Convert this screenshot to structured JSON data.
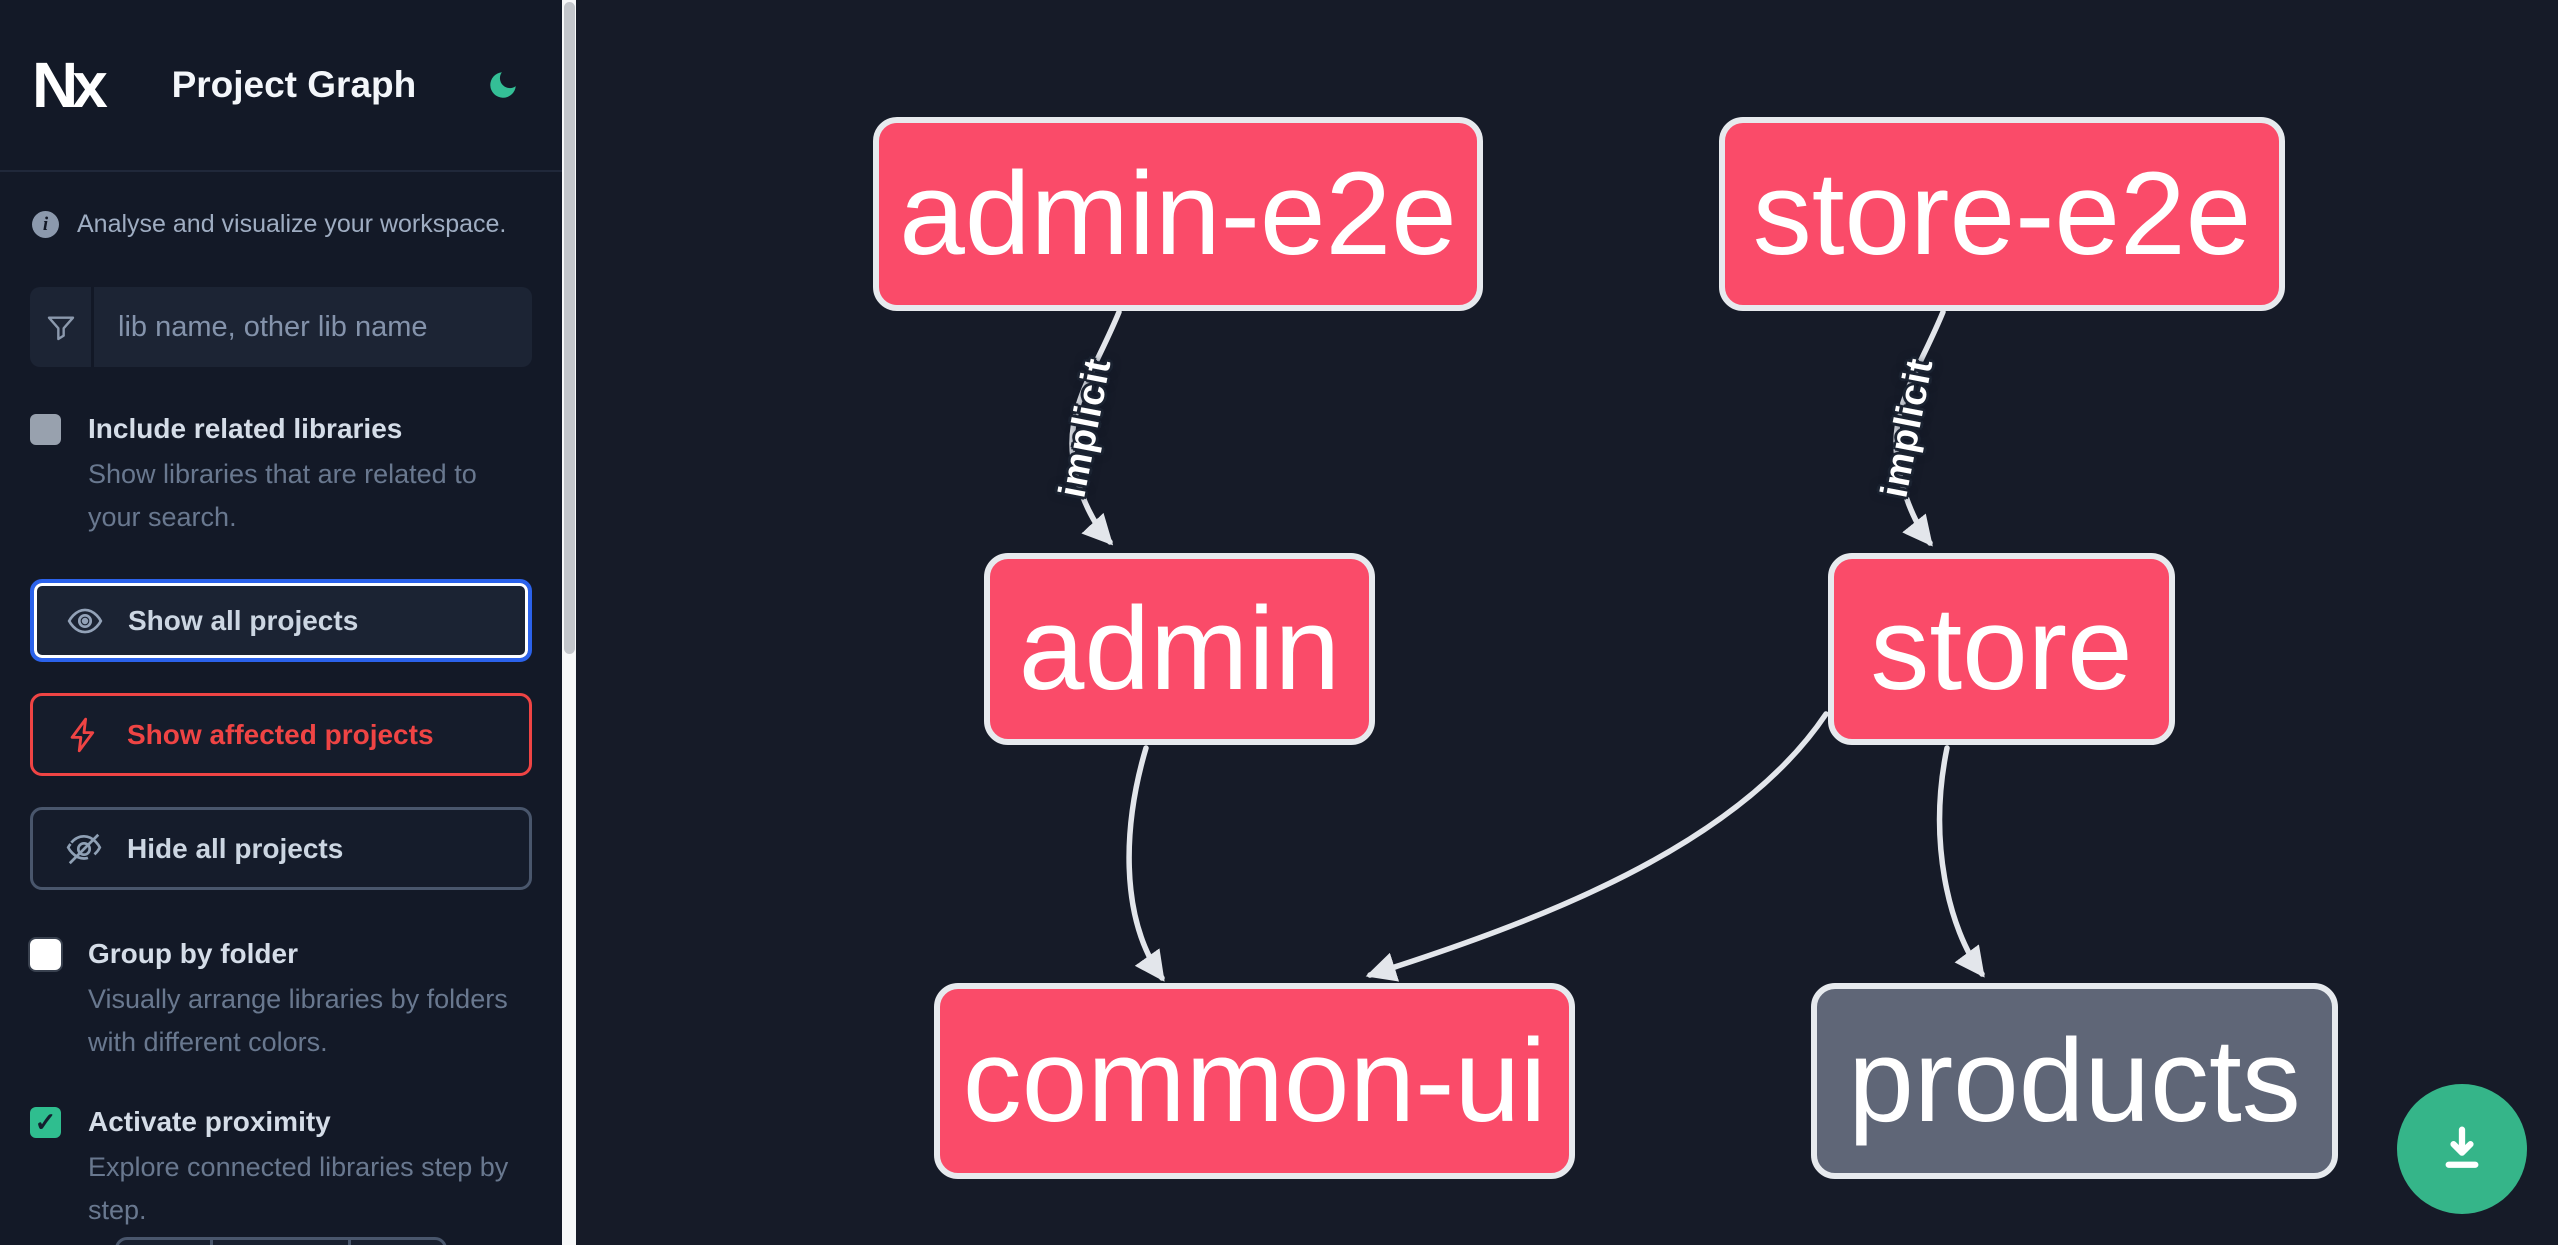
{
  "app": {
    "logo": "Nx",
    "title": "Project Graph",
    "tagline": "Analyse and visualize your workspace."
  },
  "theme": {
    "accent_green": "#34bf96",
    "node_pink": "#fa4b69",
    "node_gray": "#5f6677",
    "affected_red": "#ef4444",
    "focus_blue": "#2b62eb",
    "edge_color": "#e3e6eb"
  },
  "icons": {
    "check": "✓",
    "info": "i"
  },
  "search": {
    "placeholder": "lib name, other lib name",
    "value": ""
  },
  "include_related": {
    "label": "Include related libraries",
    "description": "Show libraries that are related to your search.",
    "checked": false,
    "disabled": true
  },
  "actions": [
    {
      "id": "show-all",
      "label": "Show all projects",
      "icon": "eye-icon",
      "focused": true
    },
    {
      "id": "show-affected",
      "label": "Show affected projects",
      "icon": "bolt-icon",
      "focused": false
    },
    {
      "id": "hide-all",
      "label": "Hide all projects",
      "icon": "eye-off-icon",
      "focused": false
    }
  ],
  "toggles": [
    {
      "label": "Group by folder",
      "description": "Visually arrange libraries by folders with different colors.",
      "checked": false
    },
    {
      "label": "Activate proximity",
      "description": "Explore connected libraries step by step.",
      "checked": true
    }
  ],
  "graph": {
    "nodes": [
      {
        "id": "admin-e2e",
        "label": "admin-e2e",
        "variant": "pink"
      },
      {
        "id": "store-e2e",
        "label": "store-e2e",
        "variant": "pink"
      },
      {
        "id": "admin",
        "label": "admin",
        "variant": "pink"
      },
      {
        "id": "store",
        "label": "store",
        "variant": "pink"
      },
      {
        "id": "common-ui",
        "label": "common-ui",
        "variant": "pink"
      },
      {
        "id": "products",
        "label": "products",
        "variant": "gray"
      }
    ],
    "edges": [
      {
        "source": "admin-e2e",
        "target": "admin",
        "label": "implicit"
      },
      {
        "source": "store-e2e",
        "target": "store",
        "label": "implicit"
      },
      {
        "source": "admin",
        "target": "common-ui",
        "label": ""
      },
      {
        "source": "store",
        "target": "common-ui",
        "label": ""
      },
      {
        "source": "store",
        "target": "products",
        "label": ""
      }
    ]
  },
  "download": {
    "icon": "download-icon"
  }
}
